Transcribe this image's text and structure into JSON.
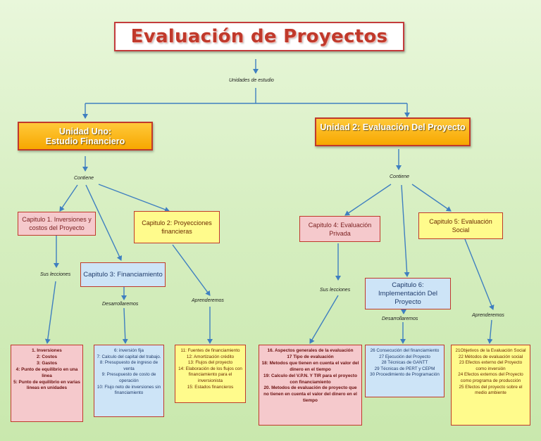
{
  "title": "Evaluación de Proyectos",
  "connectors": {
    "unidades": "Unidades de estudio",
    "contiene_1": "Contiene",
    "contiene_2": "Contiene",
    "sus_lecciones_1": "Sus lecciones",
    "sus_lecciones_2": "Sus lecciones",
    "desarrollaremos_1": "Desarrollaremos",
    "desarrollaremos_2": "Desarrollaremos",
    "aprenderemos_1": "Aprenderemos",
    "aprenderemos_2": "Aprenderemos"
  },
  "unit1": {
    "line1": "Unidad Uno:",
    "line2": "Estudio Financiero"
  },
  "unit2": {
    "label": "Unidad 2: Evaluación Del Proyecto"
  },
  "chapters": {
    "c1": "Capitulo 1. Inversiones y costos del Proyecto",
    "c2": "Capitulo 2: Proyecciones financieras",
    "c3": "Capitulo 3: Financiamiento",
    "c4": "Capitulo 4: Evaluación Privada",
    "c5": "Capitulo 5: Evaluación Social",
    "c6": "Capitulo 6: Implementación Del Proyecto"
  },
  "lessons": {
    "l1": [
      "1.     Inversiones",
      "2: Costos",
      "3: Gastos",
      "4: Punto de equilibrio en una linea",
      "5: Punto de equilibrio en varias lineas en unidades"
    ],
    "l3": [
      "6: inversión fija",
      "7: Calculo del capital del trabajo.",
      "8: Presupuesto de ingreso de venta",
      "9: Presupuesto de costo de operación",
      "10: Flujo neto de inversiones sin financiamiento"
    ],
    "l2": [
      "11: Fuentes de financiamiento",
      "12: Amortización crédito",
      "13: Flujos del proyecto",
      "14: Elaboración de los flujos con financiamiento para el inversionista",
      "15: Estados financieros"
    ],
    "l4": [
      "16. Aspectos generales de la evaluación",
      "17 Tipo de evaluación",
      "18: Metodos que tienen en cuenta el valor del dinero en el tiempo",
      "19: Calculo del V.P.N. Y TIR para el proyecto con financiamiento",
      "20. Metodos de evaluación de proyecto que no tienen en cuenta el valor del dinero en el tiempo"
    ],
    "l6": [
      "26 Consecución del financiamiento",
      "27 Ejecución del Proyecto",
      "28 Técnicas de GANTT",
      "29 Técnicas de PERT y CEPM",
      "30 Procedimiento de Programación"
    ],
    "l5": [
      "21Objetivos de la Evaluación Social",
      "22 Métodos de evaluación social",
      "23 Efectos externo del Proyecto como inversión",
      "24 Efectos externos del Proyecto como programa de producción",
      "25 Efectos del proyecto sobre el medio ambiente"
    ]
  },
  "colors": {
    "border": "#c0392b",
    "arrow": "#3f7fc0",
    "unit_fill": "#f7a700",
    "pink": "#f5c9cc",
    "yellow": "#fffb8c",
    "blue": "#cde4f7"
  }
}
